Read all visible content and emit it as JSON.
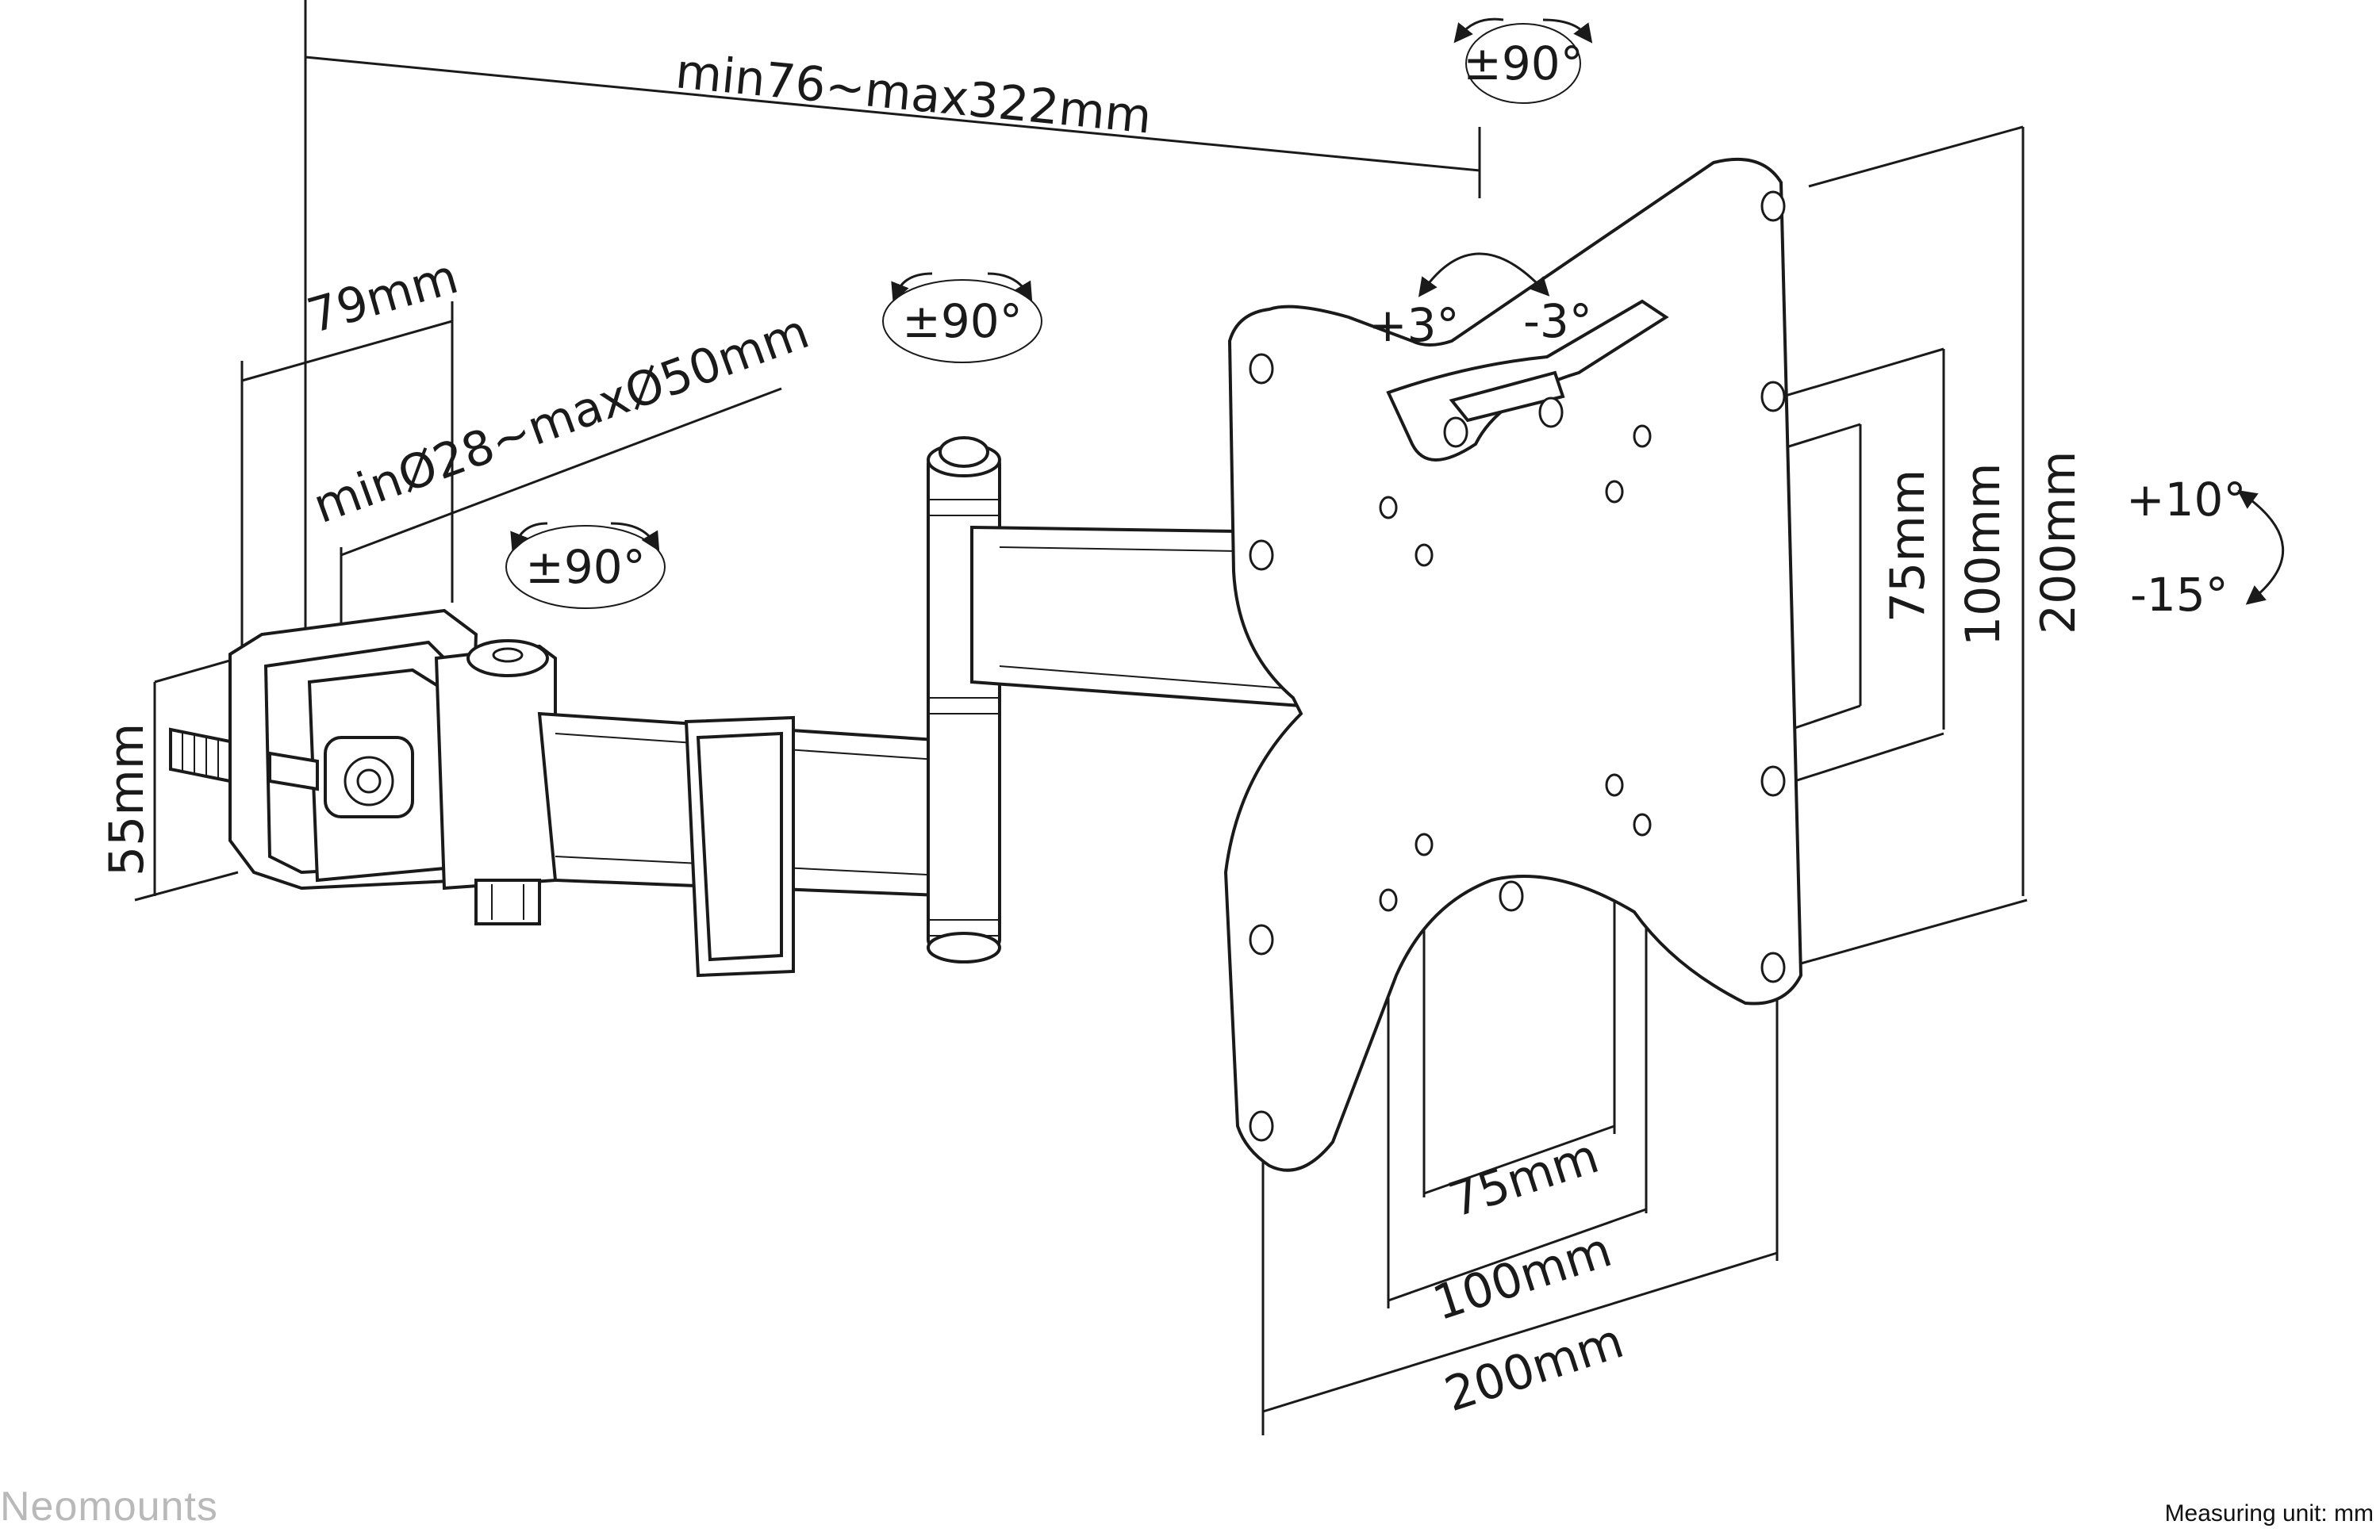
{
  "dimensions": {
    "arm_extension": "min76~max322mm",
    "clamp_depth": "79mm",
    "pole_diameter": "minØ28~maxØ50mm",
    "clamp_height": "55mm",
    "vesa_h_75": "75mm",
    "vesa_h_100": "100mm",
    "vesa_h_200": "200mm",
    "vesa_v_75": "75mm",
    "vesa_v_100": "100mm",
    "vesa_v_200": "200mm"
  },
  "angles": {
    "swivel_top": "±90°",
    "swivel_middle": "±90°",
    "swivel_clamp": "±90°",
    "rotation_pos": "+3°",
    "rotation_neg": "-3°",
    "tilt_up": "+10°",
    "tilt_down": "-15°"
  },
  "footer": {
    "brand": "Neomounts",
    "measuring_unit": "Measuring unit: mm"
  },
  "colors": {
    "line": "#1a1a1a",
    "brand_gray": "#b9b9b9"
  }
}
